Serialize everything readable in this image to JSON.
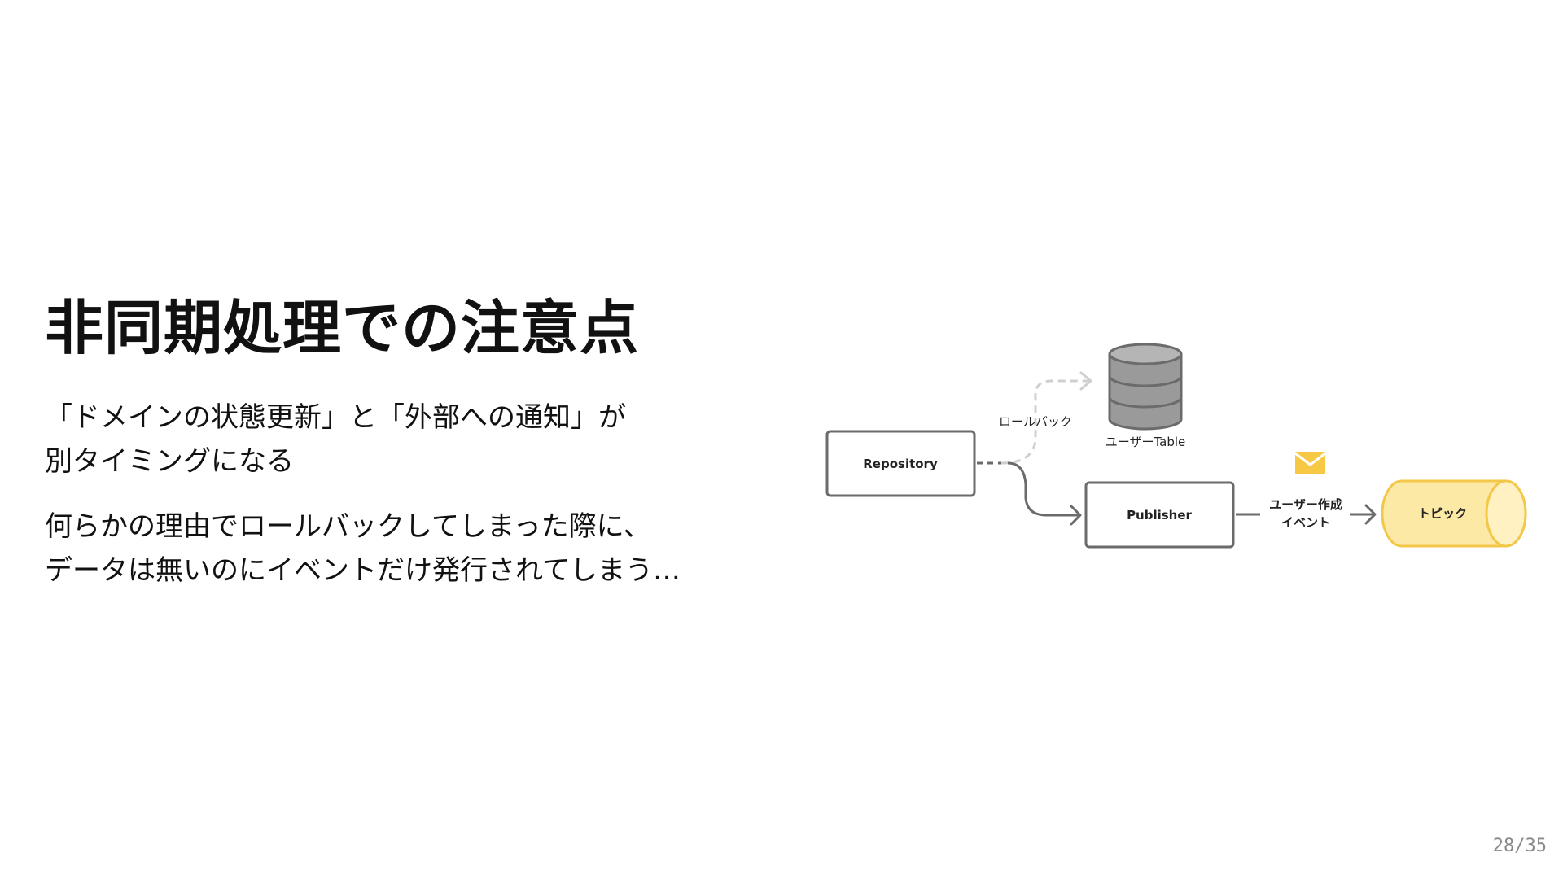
{
  "slide": {
    "title": "非同期処理での注意点",
    "paragraphs": [
      {
        "lines": [
          "「ドメインの状態更新」と「外部への通知」が",
          "別タイミングになる"
        ]
      },
      {
        "lines": [
          "何らかの理由でロールバックしてしまった際に、",
          "データは無いのにイベントだけ発行されてしまう…"
        ]
      }
    ],
    "page_number": "28/35"
  },
  "diagram": {
    "repository_label": "Repository",
    "publisher_label": "Publisher",
    "rollback_label": "ロールバック",
    "table_label": "ユーザーTable",
    "event_label_line1": "ユーザー作成",
    "event_label_line2": "イベント",
    "topic_label": "トピック",
    "colors": {
      "box_stroke": "#6b6b6b",
      "arrow": "#6b6b6b",
      "dashed_arrow": "#cfcfcf",
      "database_fill": "#9a9a9a",
      "database_stroke": "#6b6b6b",
      "topic_fill": "#fde9a6",
      "topic_stroke": "#f3c84a",
      "mail_icon": "#f6c844"
    },
    "icons": [
      "database-icon",
      "mail-icon"
    ]
  }
}
